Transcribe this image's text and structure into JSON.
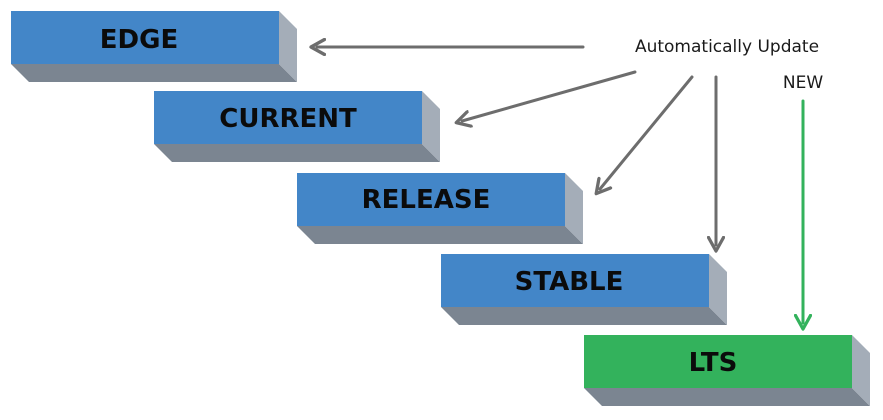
{
  "diagram": {
    "blocks": [
      {
        "label": "EDGE",
        "color": "#4386c8"
      },
      {
        "label": "CURRENT",
        "color": "#4386c8"
      },
      {
        "label": "RELEASE",
        "color": "#4386c8"
      },
      {
        "label": "STABLE",
        "color": "#4386c8"
      },
      {
        "label": "LTS",
        "color": "#33b25c"
      }
    ],
    "annotations": {
      "auto_update": "Automatically Update",
      "new": "NEW"
    },
    "colors": {
      "shadow": "#7b8591",
      "side": "#a4adb8",
      "auto_arrow": "#6d6d6d",
      "new_arrow": "#33b25c"
    }
  }
}
